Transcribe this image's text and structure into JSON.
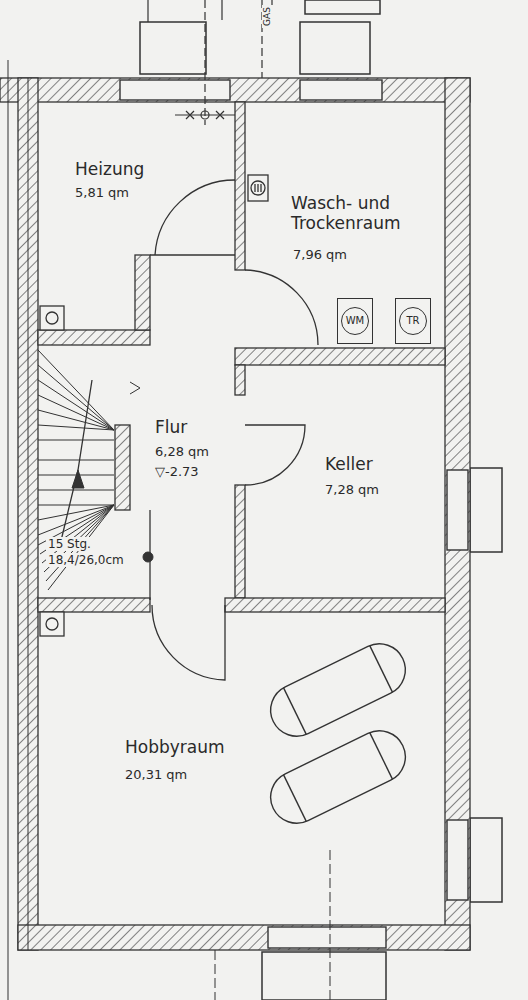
{
  "diagram": {
    "nodes": [
      {
        "text": [
          "Heizung",
          "5,81 qm"
        ]
      },
      {
        "text": [
          "Wasch- und Trockenraum",
          "7,96 qm"
        ]
      },
      {
        "text": [
          "WM"
        ],
        "in": 1
      },
      {
        "text": [
          "TR"
        ],
        "in": 1
      },
      {
        "text": [
          "Flur",
          "6,28 qm",
          "▽-2.73"
        ]
      },
      {
        "text": [
          "Keller",
          "7,28 qm"
        ]
      },
      {
        "text": [
          "Hobbyraum",
          "20,31 qm"
        ]
      }
    ],
    "labels": [
      "GAS",
      "15 Stg.",
      "18,4/26,0cm"
    ]
  }
}
